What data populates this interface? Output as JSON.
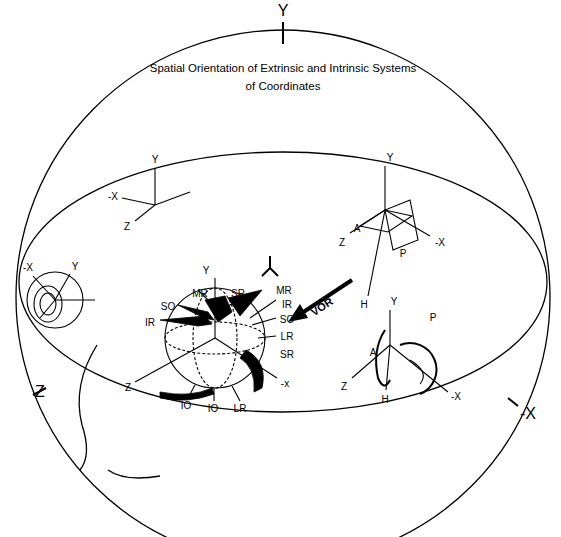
{
  "diagram": {
    "title": "Spatial Orientation of Extrinsic and Intrinsic Systems of Coordinates",
    "labels": [
      "Y",
      "Z",
      "-X",
      "Y",
      "-X",
      "Z",
      "Y",
      "-X",
      "Y",
      "SO",
      "MR",
      "SR",
      "MR",
      "IR",
      "SO",
      "IR",
      "LR",
      "SR",
      "Z",
      "-x",
      "IO",
      "IO",
      "LR",
      "Y",
      "A",
      "P",
      "Z",
      "-X",
      "H",
      "VOR",
      "Y",
      "P",
      "A",
      "Z",
      "H",
      "-X"
    ]
  }
}
